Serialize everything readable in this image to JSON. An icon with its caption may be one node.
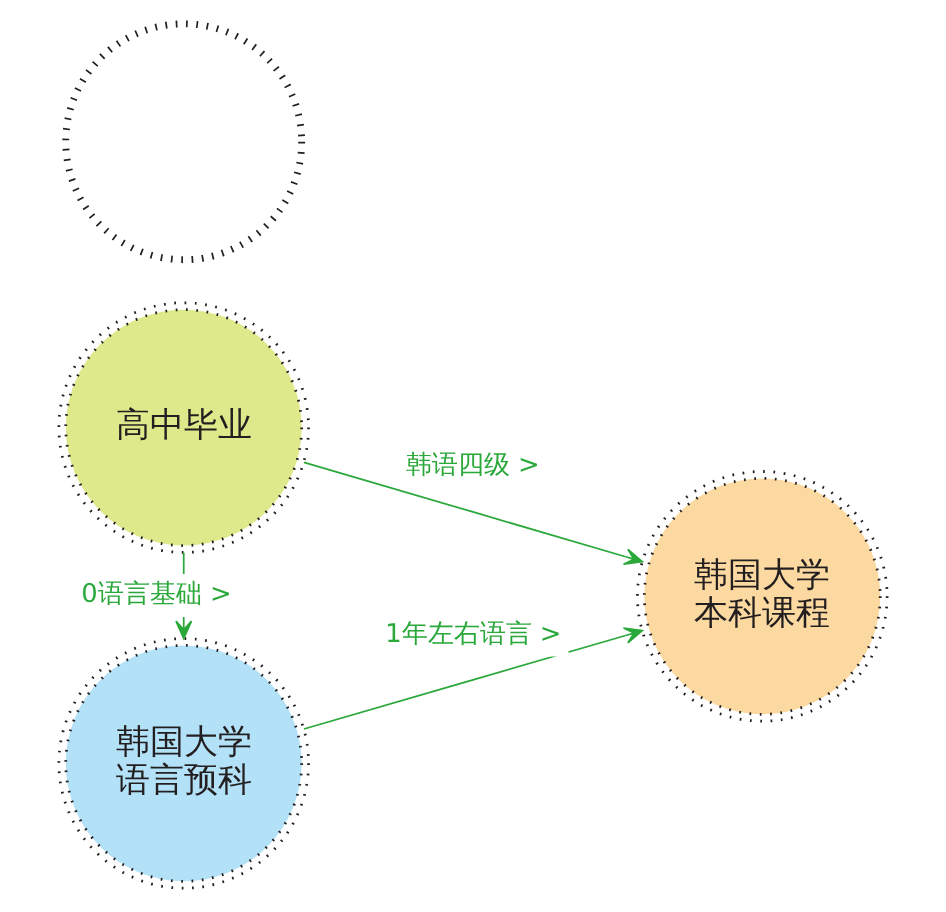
{
  "diagram": {
    "nodes": [
      {
        "text": [
          "高中毕业"
        ]
      },
      {
        "text": [],
        "shape": "circle"
      },
      {
        "text": [
          "韩国大学本科课程"
        ]
      },
      {
        "text": [
          "韩国大学语言预科"
        ]
      }
    ],
    "edges": [
      {
        "from": 0,
        "to": 2,
        "arrow": "to",
        "label": "韩语四级 >"
      },
      {
        "from": 0,
        "to": 3,
        "arrow": "to",
        "label": "0语言基础 >"
      },
      {
        "from": 3,
        "to": 2,
        "arrow": "to",
        "label": "1年左右语言 >"
      }
    ]
  }
}
